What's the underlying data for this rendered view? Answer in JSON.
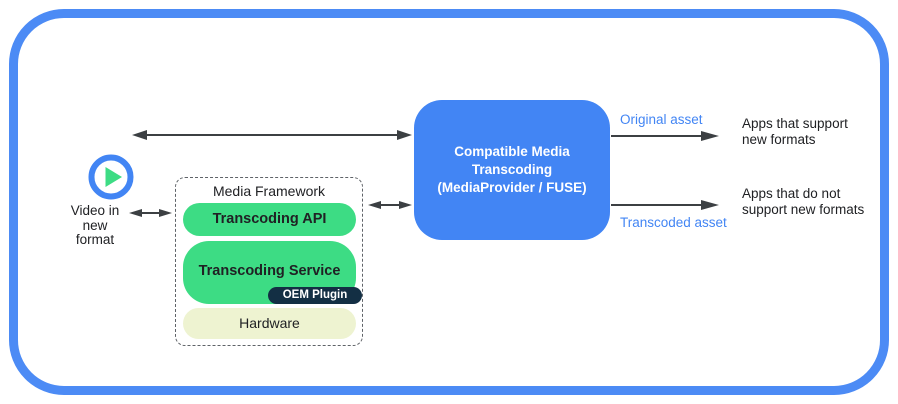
{
  "diagram": {
    "source": {
      "icon": "play-icon",
      "label": "Video in\nnew\nformat"
    },
    "media_framework": {
      "title": "Media Framework",
      "layers": [
        {
          "label": "Transcoding API"
        },
        {
          "label": "Transcoding Service",
          "sub": "OEM Plugin"
        },
        {
          "label": "Hardware"
        }
      ]
    },
    "transcoder": {
      "label": "Compatible Media\nTranscoding\n(MediaProvider / FUSE)"
    },
    "outputs": [
      {
        "asset_label": "Original asset",
        "target": "Apps that support\nnew formats"
      },
      {
        "asset_label": "Transcoded asset",
        "target": "Apps that do not\nsupport new formats"
      }
    ],
    "colors": {
      "frame_blue": "#4c8bf5",
      "box_blue": "#4285f4",
      "android_green": "#3ddc84",
      "oem_navy": "#132f44",
      "hardware_cream": "#eef3d1",
      "arrow_gray": "#3c4043",
      "asset_label_blue": "#4285f4",
      "text_black": "#202124"
    }
  }
}
